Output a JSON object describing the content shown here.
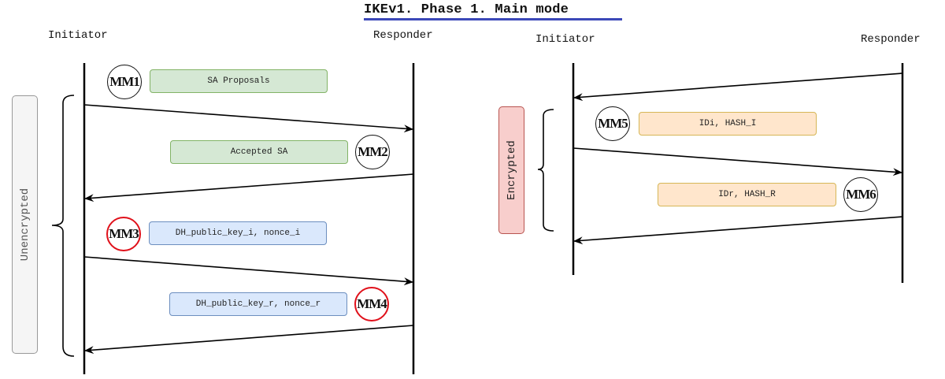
{
  "title": "IKEv1. Phase 1. Main mode",
  "colors": {
    "title_underline": "#3b48b8",
    "green_fill": "#d5e8d4",
    "green_border": "#82b366",
    "blue_fill": "#dae8fc",
    "blue_border": "#6c8ebf",
    "orange_fill": "#ffe6cc",
    "orange_border": "#d6b656",
    "encrypted_fill": "#f8cecc",
    "highlight_circle": "#e0101a"
  },
  "left_diagram": {
    "initiator": "Initiator",
    "responder": "Responder",
    "group_label": "Unencrypted",
    "messages": [
      {
        "id": "MM1",
        "label": "SA Proposals",
        "direction": "initiator-to-responder",
        "highlighted": false
      },
      {
        "id": "MM2",
        "label": "Accepted SA",
        "direction": "responder-to-initiator",
        "highlighted": false
      },
      {
        "id": "MM3",
        "label": "DH_public_key_i, nonce_i",
        "direction": "initiator-to-responder",
        "highlighted": true
      },
      {
        "id": "MM4",
        "label": "DH_public_key_r, nonce_r",
        "direction": "responder-to-initiator",
        "highlighted": true
      }
    ]
  },
  "right_diagram": {
    "initiator": "Initiator",
    "responder": "Responder",
    "group_label": "Encrypted",
    "messages": [
      {
        "id": "MM5",
        "label": "IDi, HASH_I",
        "direction": "initiator-to-responder",
        "highlighted": false
      },
      {
        "id": "MM6",
        "label": "IDr, HASH_R",
        "direction": "responder-to-initiator",
        "highlighted": false
      }
    ]
  }
}
